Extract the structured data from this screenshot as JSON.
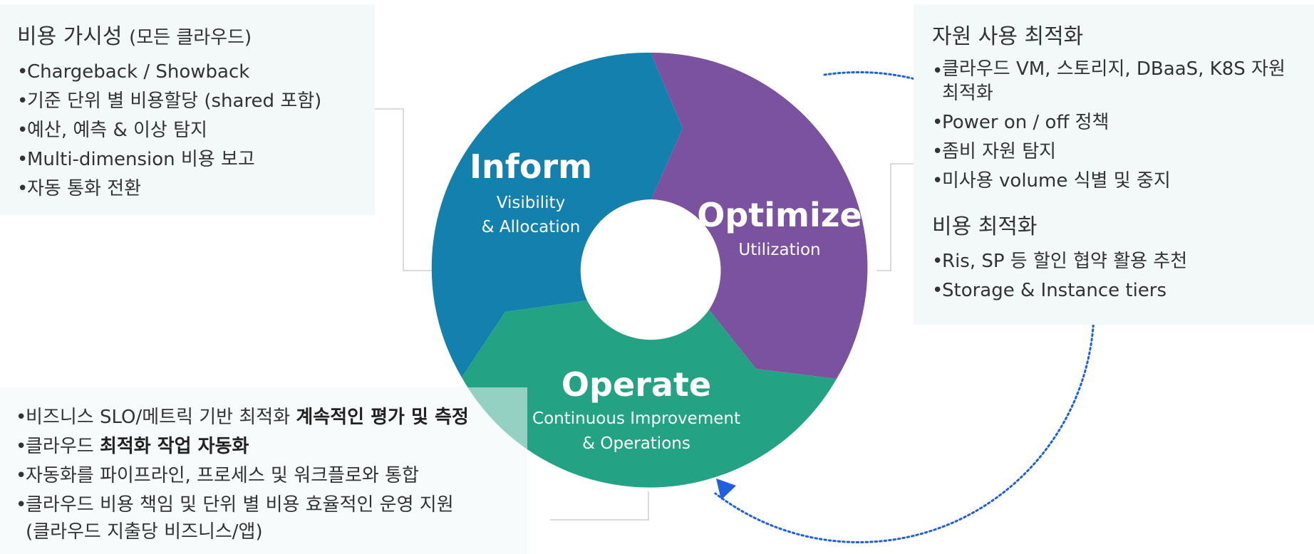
{
  "colors": {
    "inform": "#1480ae",
    "optimize": "#7b529f",
    "operate": "#23a383",
    "arrow": "#1f5fe0",
    "panel_bg": "#f3f8f8",
    "connector": "#cfcfcf"
  },
  "inform_panel": {
    "title": "비용 가시성",
    "title_sub": "(모든 클라우드)",
    "items": [
      "Chargeback / Showback",
      "기준 단위 별 비용할당 (shared 포함)",
      "예산, 예측 & 이상 탐지",
      "Multi-dimension 비용 보고",
      "자동 통화 전환"
    ]
  },
  "optimize_panel": {
    "section1_title": "자원 사용 최적화",
    "section1_items": [
      {
        "line1": "클라우드 VM, 스토리지, DBaaS, K8S 자원",
        "line2": "최적화"
      },
      {
        "line1": "Power on / off 정책",
        "line2": ""
      },
      {
        "line1": "좀비 자원 탐지",
        "line2": ""
      },
      {
        "line1": "미사용 volume 식별 및 중지",
        "line2": ""
      }
    ],
    "section2_title": "비용 최적화",
    "section2_items": [
      "Ris, SP 등 할인 협약 활용 추천",
      "Storage & Instance tiers"
    ]
  },
  "operate_panel": {
    "items": [
      {
        "plain": "비즈니스 SLO/메트릭 기반 최적화 ",
        "bold": "계속적인 평가 및 측정"
      },
      {
        "plain": "클라우드 ",
        "bold": "최적화 작업 자동화"
      },
      {
        "plain": "자동화를 파이프라인, 프로세스 및 워크플로와 통합",
        "bold": ""
      },
      {
        "plain": "클라우드 비용 책임 및 단위 별 비용 효율적인 운영 지원",
        "bold": "",
        "line2": "(클라우드 지출당 비즈니스/앱)"
      }
    ]
  },
  "cycle": {
    "inform": {
      "title": "Inform",
      "sub1": "Visibility",
      "sub2": "& Allocation"
    },
    "optimize": {
      "title": "Optimize",
      "sub1": "Utilization"
    },
    "operate": {
      "title": "Operate",
      "sub1": "Continuous Improvement",
      "sub2": "& Operations"
    }
  }
}
